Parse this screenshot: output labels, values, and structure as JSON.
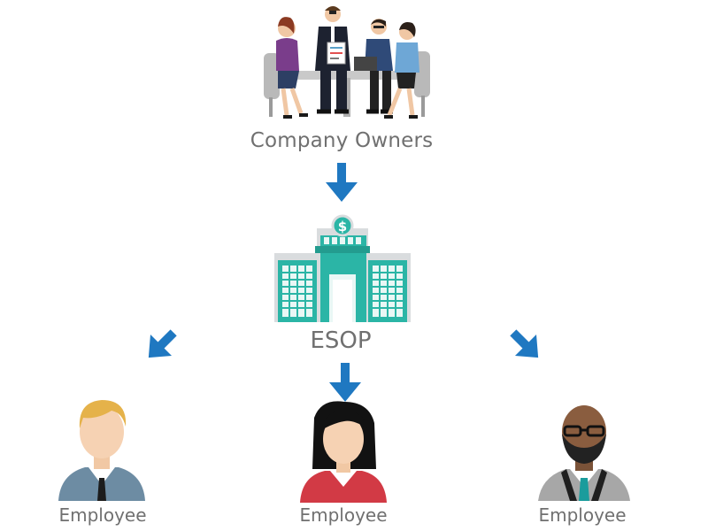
{
  "top": {
    "label": "Company Owners"
  },
  "center": {
    "label": "ESOP"
  },
  "employees": [
    {
      "label": "Employee"
    },
    {
      "label": "Employee"
    },
    {
      "label": "Employee"
    }
  ],
  "colors": {
    "arrow": "#1f78c1",
    "label": "#707070",
    "building_teal": "#2bb5a6",
    "building_gray": "#d9dcde",
    "suit_blue": "#6d8ca3",
    "suit_red": "#d23a45",
    "suit_gray": "#a7a7a7",
    "tie_teal": "#1a9c9c"
  }
}
